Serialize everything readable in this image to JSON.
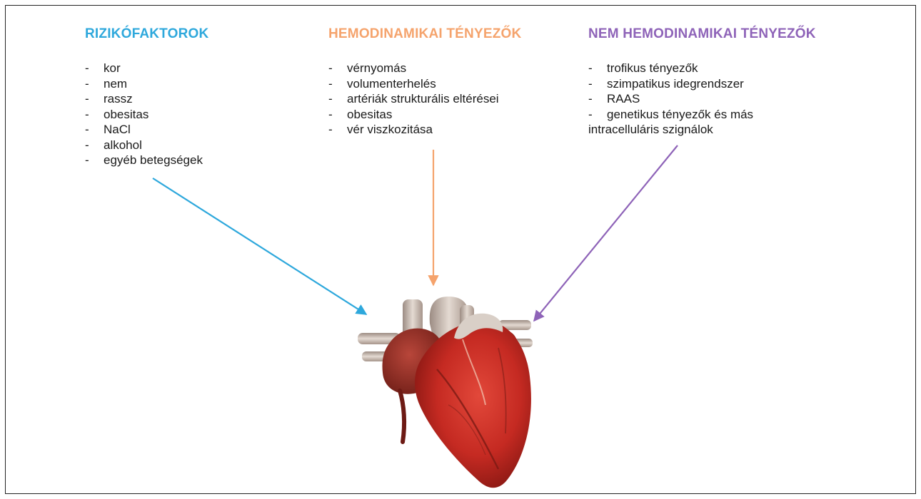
{
  "columns": {
    "risk": {
      "title": "RIZIKÓFAKTOROK",
      "color": "#2ea8dc",
      "items": [
        "kor",
        "nem",
        "rassz",
        "obesitas",
        "NaCl",
        "alkohol",
        "egyéb betegségek"
      ]
    },
    "hemo": {
      "title": "HEMODINAMIKAI TÉNYEZŐK",
      "color": "#f5a36c",
      "items": [
        "vérnyomás",
        "volumenterhelés",
        "artériák strukturális eltérései",
        "obesitas",
        "vér viszkozitása"
      ]
    },
    "nonhemo": {
      "title": "NEM HEMODINAMIKAI TÉNYEZŐK",
      "color": "#8e63b8",
      "items": [
        "trofikus tényezők",
        "szimpatikus idegrendszer",
        "RAAS",
        "genetikus tényezők és más"
      ],
      "continuation": "intracelluláris szignálok"
    }
  },
  "list_marker": "-",
  "center_image": "heart-illustration"
}
